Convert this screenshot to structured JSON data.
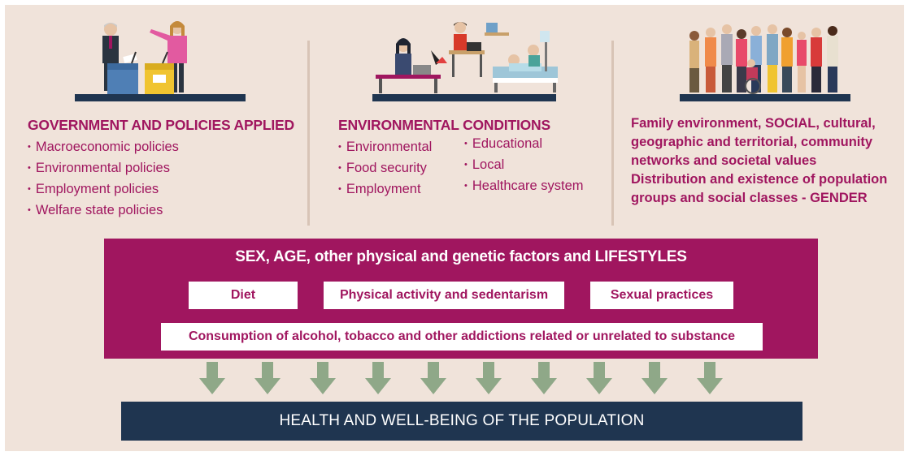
{
  "columns": {
    "government": {
      "heading": "GOVERNMENT AND POLICIES APPLIED",
      "items": [
        "Macroeconomic policies",
        "Environmental policies",
        "Employment policies",
        "Welfare state policies"
      ]
    },
    "environmental": {
      "heading": "ENVIRONMENTAL CONDITIONS",
      "items_left": [
        "Environmental",
        "Food security",
        "Employment"
      ],
      "items_right": [
        "Educational",
        "Local",
        "Healthcare system"
      ]
    },
    "social": {
      "lines": [
        "Family environment, SOCIAL, cultural,",
        "geographic and territorial, community",
        "networks and societal values",
        "Distribution and existence of population",
        "groups and social classes - GENDER"
      ]
    }
  },
  "lifestyle": {
    "title": "SEX, AGE, other physical and genetic factors and LIFESTYLES",
    "diet": "Diet",
    "physical_activity": "Physical activity and sedentarism",
    "sexual_practices": "Sexual practices",
    "consumption": "Consumption of alcohol, tobacco and other addictions related or unrelated to substance"
  },
  "outcome": {
    "label": "HEALTH AND WELL-BEING OF THE POPULATION"
  },
  "colors": {
    "background": "#f0e3da",
    "accent": "#a0165f",
    "navy": "#1f3550",
    "arrow": "#8fa888"
  },
  "icons": {
    "government": "politicians-at-podiums-illustration",
    "environment": "office-school-hospital-illustration",
    "social": "diverse-people-group-illustration",
    "arrow": "down-arrow-icon"
  }
}
